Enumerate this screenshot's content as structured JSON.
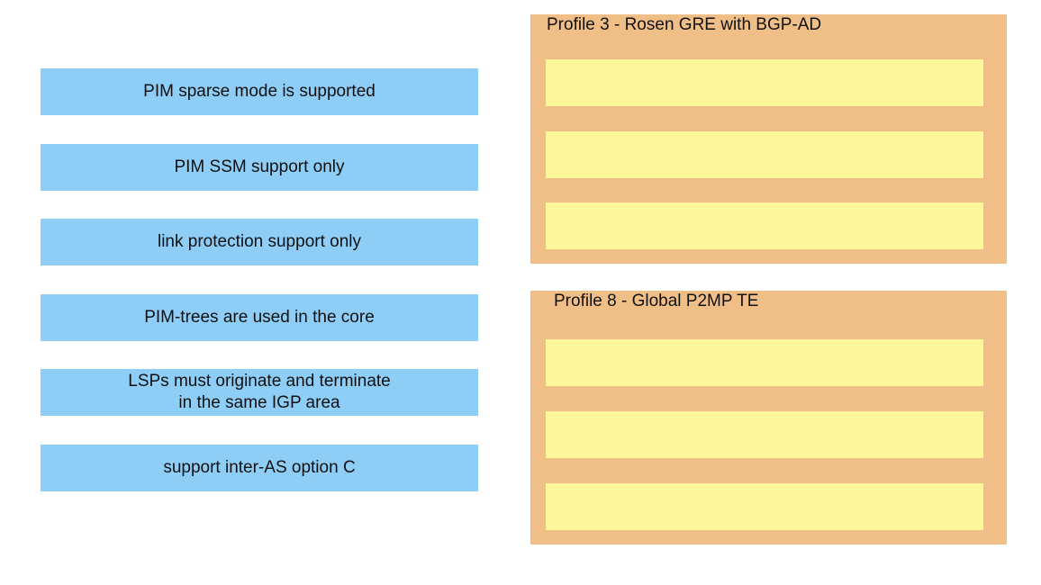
{
  "source_items": [
    {
      "label": "PIM sparse mode is supported"
    },
    {
      "label": "PIM SSM support only"
    },
    {
      "label": "link protection support only"
    },
    {
      "label": "PIM-trees are used in the core"
    },
    {
      "label": "LSPs must originate and terminate\n in the same IGP area"
    },
    {
      "label": "support inter-AS option C"
    }
  ],
  "targets": [
    {
      "title": "Profile 3 - Rosen GRE with BGP-AD",
      "slots": [
        {},
        {},
        {}
      ]
    },
    {
      "title": "Profile 8 - Global P2MP TE",
      "slots": [
        {},
        {},
        {}
      ]
    }
  ],
  "colors": {
    "source_fill": "#8ecdf6",
    "target_fill": "#f0bf88",
    "slot_fill": "#fdf69a"
  }
}
